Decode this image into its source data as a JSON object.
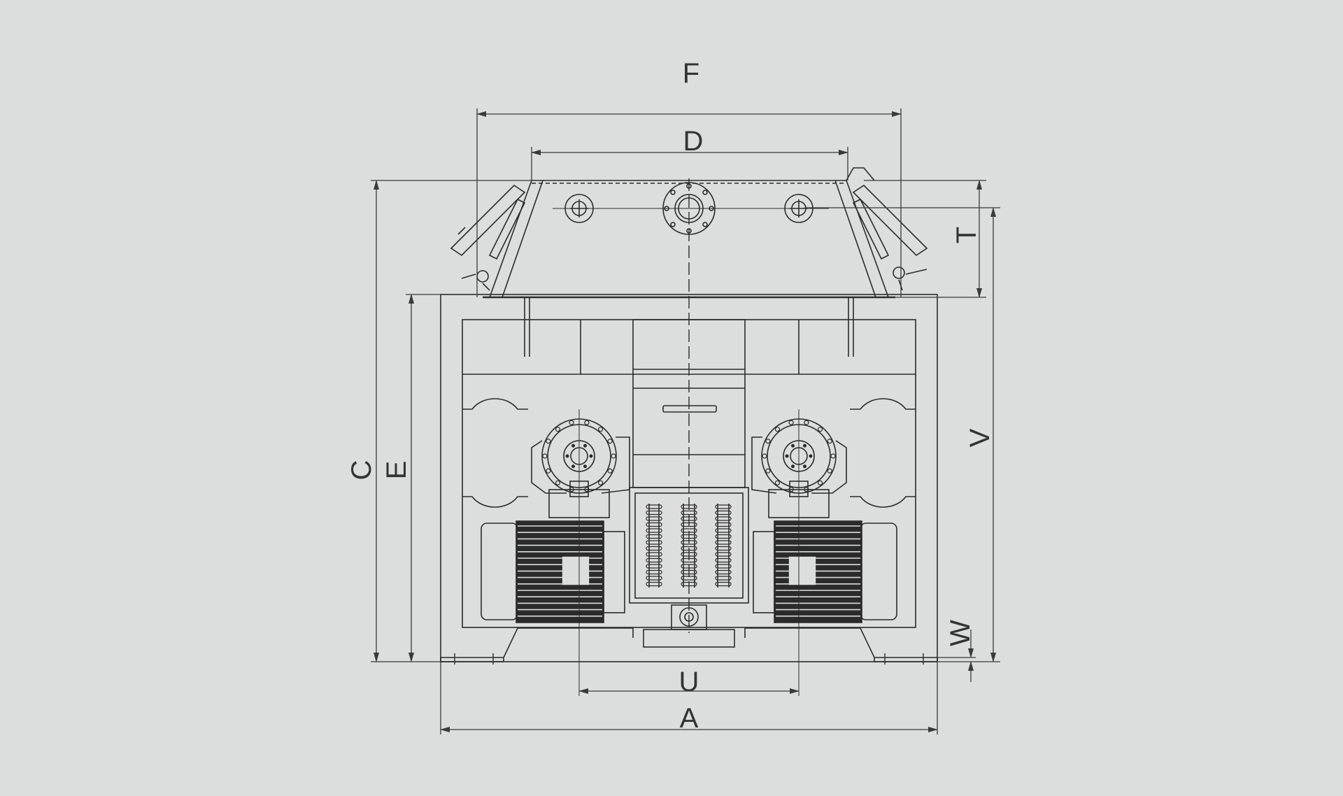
{
  "drawing": {
    "line_color": "#2b2b2b",
    "dim_color": "#3a3a3a",
    "background": "#dcdddd"
  },
  "dimensions": {
    "F": "F",
    "D": "D",
    "T": "T",
    "V": "V",
    "C": "C",
    "E": "E",
    "W": "W",
    "U": "U",
    "A": "A"
  }
}
